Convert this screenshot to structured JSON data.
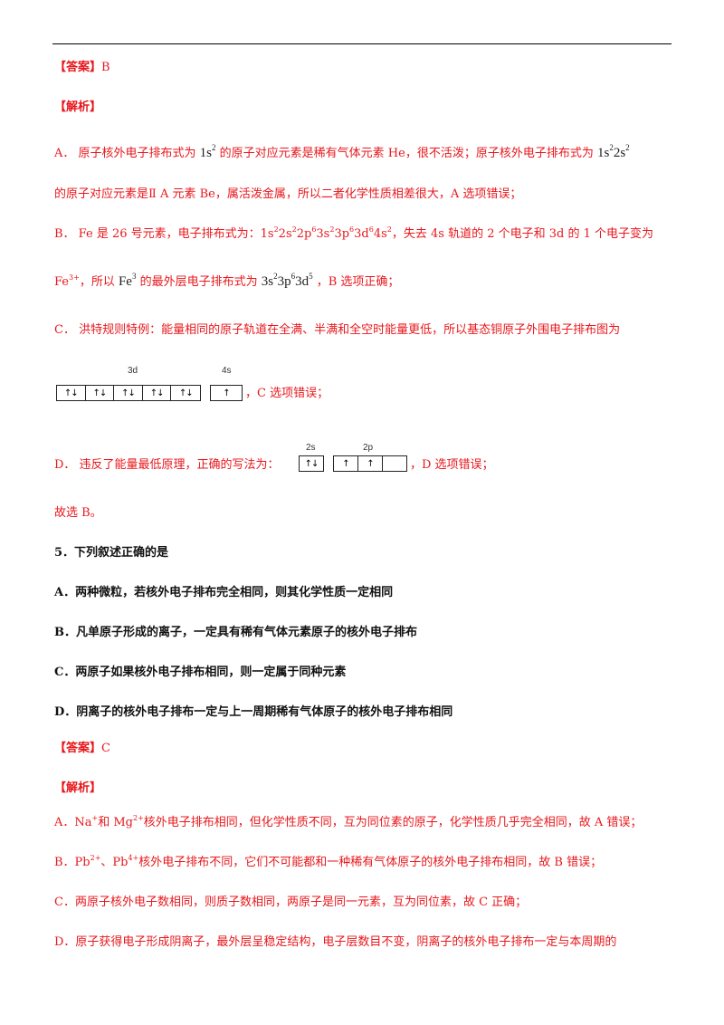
{
  "answer1": {
    "tag": "【答案】",
    "value": "B"
  },
  "analysis1": {
    "tag": "【解析】"
  },
  "a_line1": {
    "p1": "A．  原子核外电子排布式为",
    "cfg1": "1s",
    "cfg1_sup": "2",
    "p2": "的原子对应元素是稀有气体元素 He，很不活泼；原子核外电子排布式为",
    "cfg2a": "1s",
    "cfg2a_sup": "2",
    "cfg2b": "2s",
    "cfg2b_sup": "2"
  },
  "a_line2": "的原子对应元素是Ⅱ A 元素 Be，属活泼金属，所以二者化学性质相差很大，A 选项错误；",
  "b_line1": {
    "p1": "B．  Fe 是 26 号元素，电子排布式为：1s",
    "s1": "2",
    "p2": "2s",
    "s2": "2",
    "p3": "2p",
    "s3": "6",
    "p4": "3s",
    "s4": "2",
    "p5": "3p",
    "s5": "6",
    "p6": "3d",
    "s6": "6",
    "p7": "4s",
    "s7": "2",
    "p8": "，失去 4s 轨道的 2 个电子和 3d 的 1 个电子变为"
  },
  "b_line2": {
    "ion": "Fe",
    "ion_sup": "3+",
    "p1": "，所以",
    "ion2": "Fe",
    "ion2_sup": "3",
    "p2": "的最外层电子排布式为",
    "c1": "3s",
    "c1s": "2",
    "c2": "3p",
    "c2s": "6",
    "c3": "3d",
    "c3s": "5",
    "p3": "，B 选项正确；"
  },
  "c_line1": "C．  洪特规则特例：能量相同的原子轨道在全满、半满和全空时能量更低，所以基态铜原子外围电子排布图为",
  "c_diagram": {
    "label_3d": "3d",
    "label_4s": "4s",
    "boxes_3d": [
      "↑↓",
      "↑↓",
      "↑↓",
      "↑↓",
      "↑↓"
    ],
    "boxes_4s": [
      "↑"
    ],
    "tail": "，C 选项错误；"
  },
  "d_line": {
    "p1": "D．  违反了能量最低原理，正确的写法为：",
    "label_2s": "2s",
    "label_2p": "2p",
    "boxes_2s": [
      "↑↓"
    ],
    "boxes_2p": [
      "↑",
      "↑",
      ""
    ],
    "tail": "，D 选项错误；"
  },
  "conclusion1": "故选 B。",
  "q5": {
    "stem": "5．下列叙述正确的是",
    "A": "A．两种微粒，若核外电子排布完全相同，则其化学性质一定相同",
    "B": "B．凡单原子形成的离子，一定具有稀有气体元素原子的核外电子排布",
    "C": "C．两原子如果核外电子排布相同，则一定属于同种元素",
    "D": "D．阴离子的核外电子排布一定与上一周期稀有气体原子的核外电子排布相同"
  },
  "answer2": {
    "tag": "【答案】",
    "value": "C"
  },
  "analysis2": {
    "tag": "【解析】"
  },
  "e_a": {
    "p1": "A．Na",
    "s1": "+",
    "p2": "和 Mg",
    "s2": "2+",
    "p3": "核外电子排布相同，但化学性质不同，互为同位素的原子，化学性质几乎完全相同，故 A 错误；"
  },
  "e_b": {
    "p1": "B．Pb",
    "s1": "2+",
    "p2": "、Pb",
    "s2": "4+",
    "p3": "核外电子排布不同，它们不可能都和一种稀有气体原子的核外电子排布相同，故 B 错误；"
  },
  "e_c": "C．两原子核外电子数相同，则质子数相同，两原子是同一元素，互为同位素，故 C 正确；",
  "e_d": "D．原子获得电子形成阴离子，最外层呈稳定结构，电子层数目不变，阴离子的核外电子排布一定与本周期的"
}
